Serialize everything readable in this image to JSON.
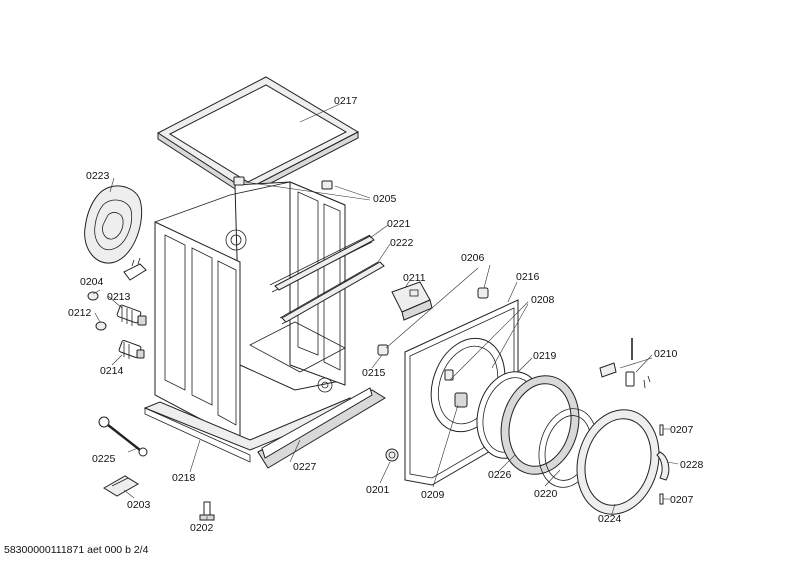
{
  "labels": {
    "l0217": "0217",
    "l0223": "0223",
    "l0205": "0205",
    "l0221": "0221",
    "l0222": "0222",
    "l0204": "0204",
    "l0213": "0213",
    "l0212": "0212",
    "l0214": "0214",
    "l0211": "0211",
    "l0206": "0206",
    "l0216": "0216",
    "l0208": "0208",
    "l0219": "0219",
    "l0210": "0210",
    "l0215": "0215",
    "l0225": "0225",
    "l0218": "0218",
    "l0227": "0227",
    "l0201": "0201",
    "l0209": "0209",
    "l0226": "0226",
    "l0220": "0220",
    "l0207a": "0207",
    "l0228": "0228",
    "l0207b": "0207",
    "l0224": "0224",
    "l0203": "0203",
    "l0202": "0202"
  },
  "footer": "58300000111871 aet 000 b 2/4"
}
